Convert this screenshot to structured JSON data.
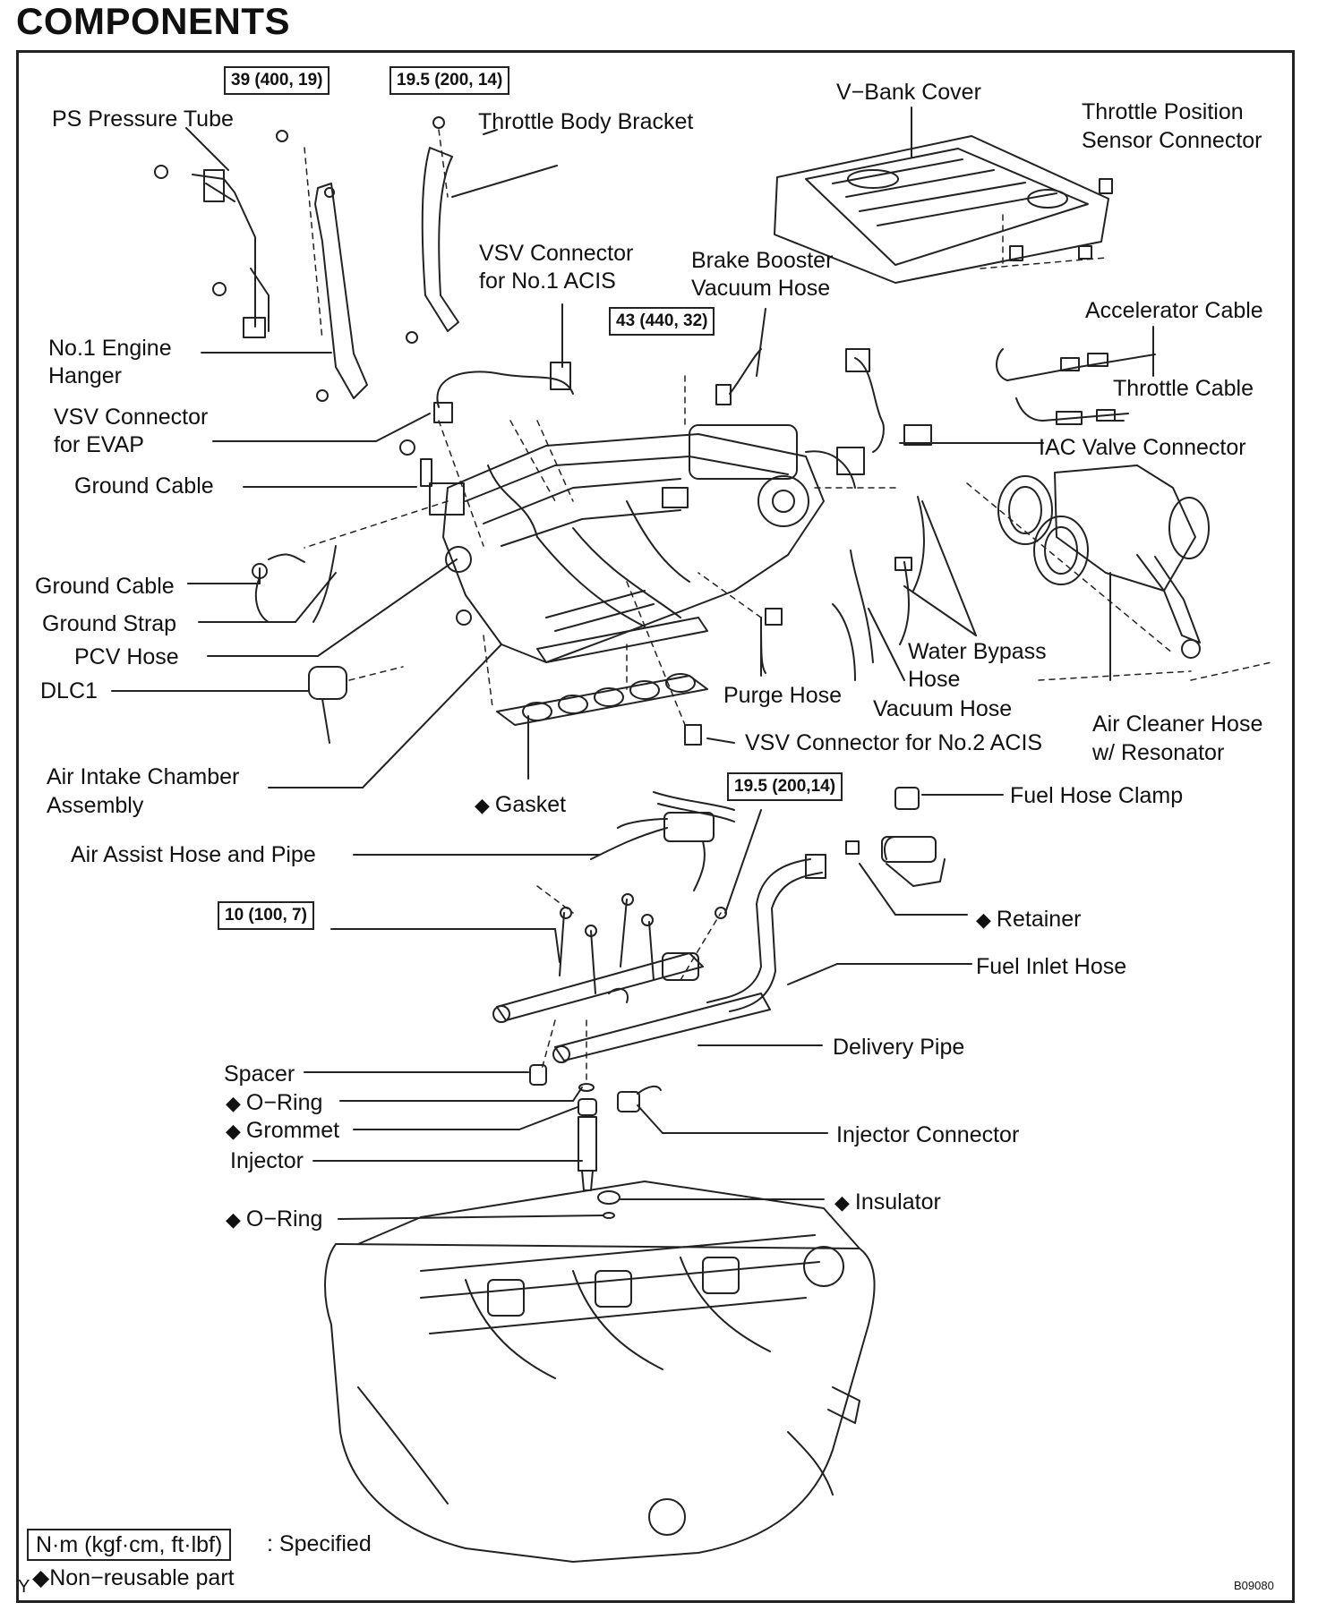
{
  "title": "COMPONENTS",
  "labels": {
    "ps_pressure_tube": "PS Pressure Tube",
    "throttle_body_bracket": "Throttle Body Bracket",
    "v_bank_cover": "V−Bank Cover",
    "tps_connector_1": "Throttle Position",
    "tps_connector_2": "Sensor Connector",
    "vsv_acis1_1": "VSV Connector",
    "vsv_acis1_2": "for No.1 ACIS",
    "brake_booster_1": "Brake Booster",
    "brake_booster_2": "Vacuum Hose",
    "accelerator_cable": "Accelerator Cable",
    "throttle_cable": "Throttle Cable",
    "engine_hanger_1": "No.1 Engine",
    "engine_hanger_2": "Hanger",
    "vsv_evap_1": "VSV Connector",
    "vsv_evap_2": "for EVAP",
    "iac_valve_connector": "IAC Valve Connector",
    "ground_cable_1": "Ground Cable",
    "ground_cable_2": "Ground Cable",
    "ground_strap": "Ground Strap",
    "pcv_hose": "PCV Hose",
    "dlc1": "DLC1",
    "water_bypass_1": "Water Bypass",
    "water_bypass_2": "Hose",
    "purge_hose": "Purge Hose",
    "vacuum_hose": "Vacuum Hose",
    "air_cleaner_1": "Air Cleaner Hose",
    "air_cleaner_2": "w/ Resonator",
    "vsv_acis2": "VSV Connector for No.2 ACIS",
    "air_intake_1": "Air Intake Chamber",
    "air_intake_2": "Assembly",
    "gasket": "Gasket",
    "fuel_hose_clamp": "Fuel Hose Clamp",
    "air_assist": "Air Assist Hose and Pipe",
    "retainer": "Retainer",
    "fuel_inlet_hose": "Fuel Inlet Hose",
    "delivery_pipe": "Delivery Pipe",
    "spacer": "Spacer",
    "o_ring_1": "O−Ring",
    "grommet": "Grommet",
    "injector": "Injector",
    "injector_connector": "Injector Connector",
    "insulator": "Insulator",
    "o_ring_2": "O−Ring"
  },
  "torques": {
    "t1": "39 (400, 19)",
    "t2": "19.5 (200, 14)",
    "t3": "43 (440, 32)",
    "t4": "19.5 (200,14)",
    "t5": "10 (100, 7)"
  },
  "marks": {
    "non_reusable": "◆"
  },
  "legend": {
    "spec_box": "N·m (kgf·cm, ft·lbf)",
    "spec_text": ": Specified",
    "non_reusable": "◆Non−reusable part"
  },
  "corner": {
    "y_mark": "Y",
    "code": "B09080"
  }
}
